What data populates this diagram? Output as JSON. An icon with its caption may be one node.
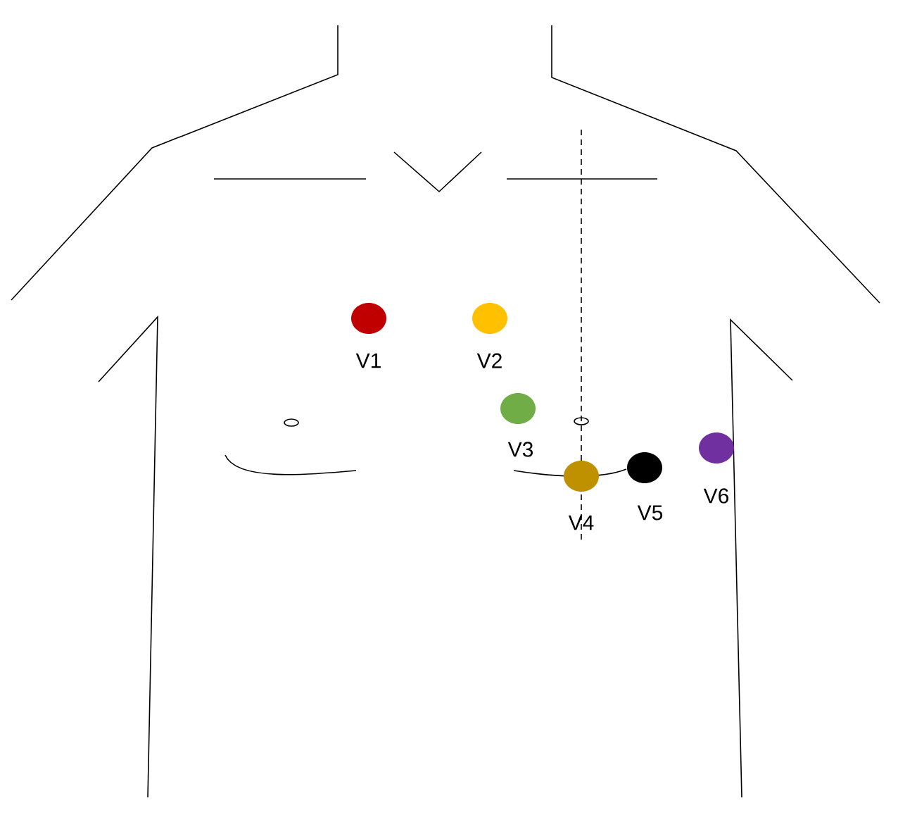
{
  "diagram": {
    "labels": [
      "V1",
      "V2",
      "V3",
      "V4",
      "V5",
      "V6"
    ]
  }
}
